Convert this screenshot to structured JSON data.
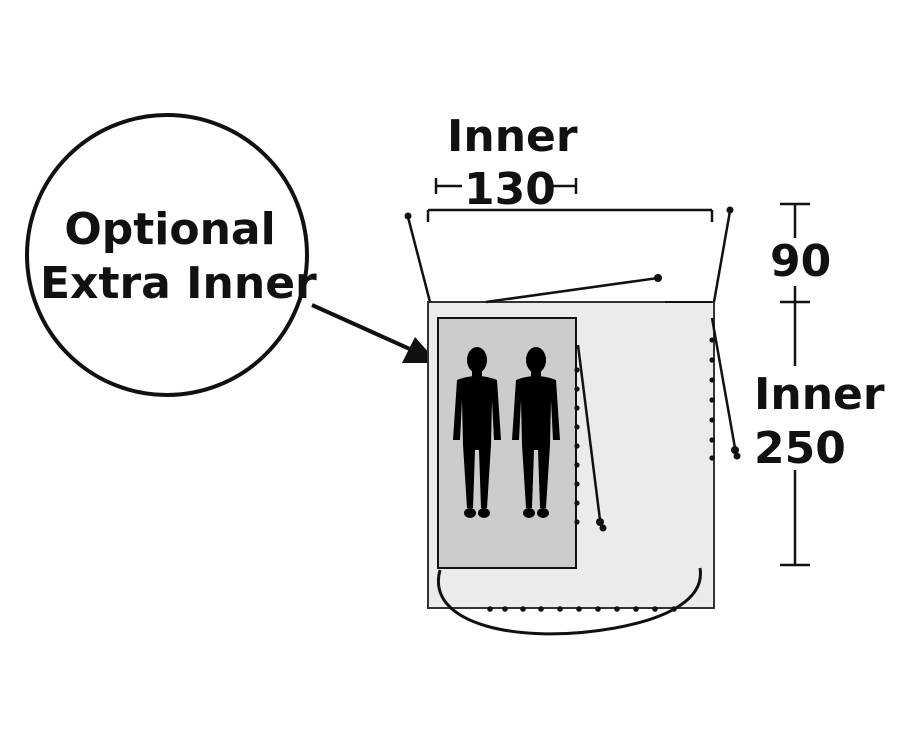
{
  "callout": {
    "line1": "Optional",
    "line2": "Extra Inner"
  },
  "width_dimension": {
    "title": "Inner",
    "value": "130"
  },
  "porch_dimension": {
    "value": "90"
  },
  "depth_dimension": {
    "title": "Inner",
    "value": "250"
  },
  "icons": [
    "person-silhouette-icon",
    "person-silhouette-icon"
  ],
  "colors": {
    "ink": "#111111",
    "inner_room_fill": "#cccccc",
    "floor_fill": "#ebebeb"
  }
}
